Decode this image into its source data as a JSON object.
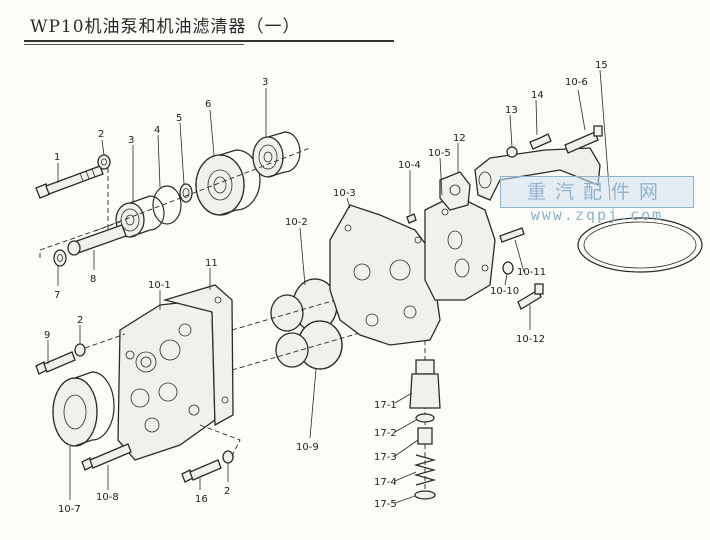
{
  "title": "WP10机油泵和机油滤清器（一）",
  "watermark": {
    "cn": "重汽配件网",
    "url": "www.zqpj.com"
  },
  "labels": {
    "p1": "1",
    "p2a": "2",
    "p3a": "3",
    "p3b": "3",
    "p4": "4",
    "p5": "5",
    "p6": "6",
    "p7": "7",
    "p8": "8",
    "p9": "9",
    "p2b": "2",
    "p2c": "2",
    "p10_1": "10-1",
    "p10_2": "10-2",
    "p10_3": "10-3",
    "p10_4": "10-4",
    "p10_5": "10-5",
    "p10_6": "10-6",
    "p10_7": "10-7",
    "p10_8": "10-8",
    "p10_9": "10-9",
    "p10_10": "10-10",
    "p10_11": "10-11",
    "p10_12": "10-12",
    "p11": "11",
    "p12": "12",
    "p13": "13",
    "p14": "14",
    "p15": "15",
    "p16": "16",
    "p17_1": "17-1",
    "p17_2": "17-2",
    "p17_3": "17-3",
    "p17_4": "17-4",
    "p17_5": "17-5"
  }
}
